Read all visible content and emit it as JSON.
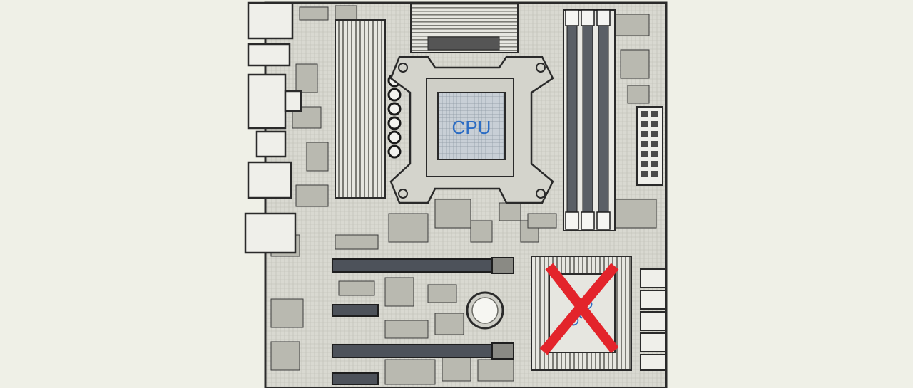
{
  "image": {
    "subject": "motherboard-sketch",
    "background_color": "#eff0e7",
    "board_color": "#dcdcd4",
    "ink_color": "#2a2a2a",
    "socket_label": "CPU",
    "label_color": "#2b6cc4",
    "lower_label": "CPU",
    "cross_color": "#e3242b"
  }
}
